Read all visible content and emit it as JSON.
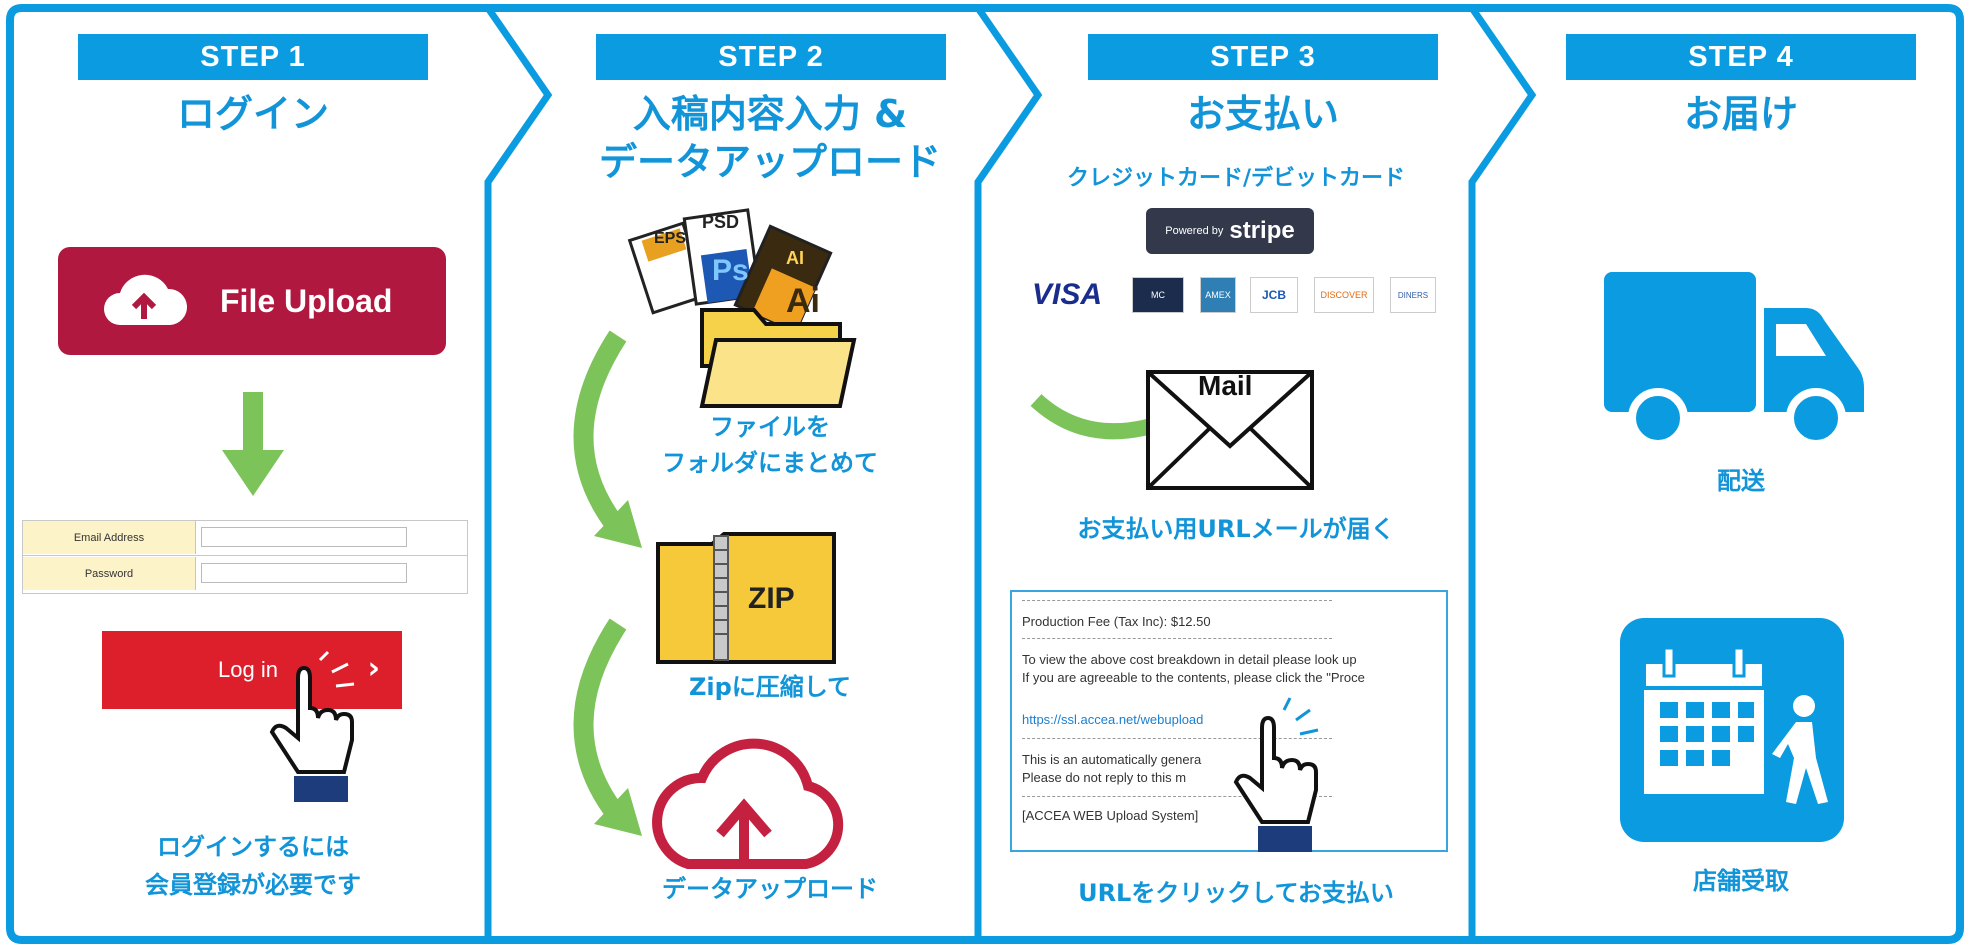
{
  "steps": [
    {
      "label": "STEP 1",
      "title": "ログイン"
    },
    {
      "label": "STEP 2",
      "title_line1": "入稿内容入力 &",
      "title_line2": "データアップロード"
    },
    {
      "label": "STEP 3",
      "title": "お支払い"
    },
    {
      "label": "STEP 4",
      "title": "お届け"
    }
  ],
  "step1": {
    "upload_button": "File Upload",
    "form": {
      "email_label": "Email Address",
      "password_label": "Password",
      "email_value": "",
      "password_value": ""
    },
    "login_button": "Log in",
    "chevron": "›",
    "caption_line1": "ログインするには",
    "caption_line2": "会員登録が必要です"
  },
  "step2": {
    "file_tags": [
      "EPS",
      "PSD",
      "Ps",
      "AI",
      "Ai"
    ],
    "folder_caption_line1": "ファイルを",
    "folder_caption_line2": "フォルダにまとめて",
    "zip_label": "ZIP",
    "zip_caption": "Zipに圧縮して",
    "upload_caption": "データアップロード"
  },
  "step3": {
    "cards_heading": "クレジットカード/デビットカード",
    "stripe_powered": "Powered by",
    "stripe_name": "stripe",
    "card_brands": [
      "VISA",
      "MC",
      "AMEX",
      "JCB",
      "DISCOVER",
      "DINERS"
    ],
    "mail_label": "Mail",
    "mail_caption": "お支払い用URLメールが届く",
    "email_lines": {
      "fee": "Production Fee (Tax Inc): $12.50",
      "view1": "To view the above cost breakdown in detail please look up",
      "view2": "If you are agreeable to the contents, please click the \"Proce",
      "link": "https://ssl.accea.net/webupload",
      "auto1": "This is an automatically genera",
      "auto2": "Please do not reply to this m",
      "sig": "[ACCEA WEB Upload System]"
    },
    "click_caption": "URLをクリックしてお支払い"
  },
  "step4": {
    "delivery_caption": "配送",
    "pickup_caption": "店舗受取"
  },
  "colors": {
    "accent_blue": "#0a9be0",
    "text_blue": "#1294d8",
    "upload_red": "#b0183f",
    "login_red": "#dd1f2b",
    "arrow_green": "#7cc35a",
    "stripe_dark": "#33394a"
  },
  "icons": [
    "cloud-upload-icon",
    "arrow-down-icon",
    "pointer-hand-icon",
    "folder-icon",
    "zip-folder-icon",
    "cloud-outline-upload-icon",
    "curved-arrow-icon",
    "envelope-icon",
    "truck-icon",
    "calendar-icon",
    "walking-person-icon"
  ]
}
